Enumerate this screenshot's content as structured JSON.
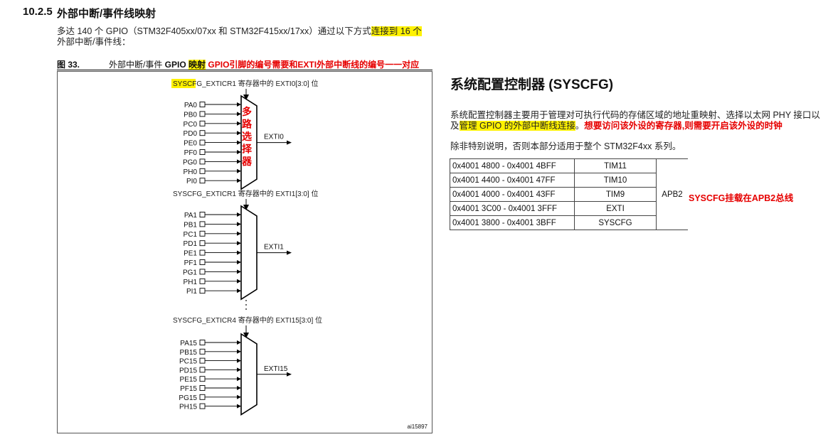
{
  "section": {
    "number": "10.2.5",
    "title": "外部中断/事件线映射",
    "intro_part1": "多达 140 个 GPIO（STM32F405xx/07xx 和 STM32F415xx/17xx）通过以下方式",
    "intro_highlight": "连接到 16 个",
    "intro_line2": "外部中断/事件线："
  },
  "figure": {
    "label": "图 33.",
    "caption_part1": "外部中断/事件 ",
    "caption_gpio": "GPIO",
    "caption_highlight": "映射",
    "caption_annotation": "GPIO引脚的编号需要和EXTI外部中断线的编号一一对应",
    "mux_text": [
      "多",
      "路",
      "选",
      "择",
      "器"
    ],
    "groups": [
      {
        "reg_highlight": "SYSCFG",
        "reg_rest": "_EXTICR1 寄存器中的 EXTI0[3:0] 位",
        "inputs": [
          "PA0",
          "PB0",
          "PC0",
          "PD0",
          "PE0",
          "PF0",
          "PG0",
          "PH0",
          "PI0"
        ],
        "output": "EXTI0"
      },
      {
        "reg_highlight": "",
        "reg_rest": "SYSCFG_EXTICR1 寄存器中的 EXTI1[3:0] 位",
        "inputs": [
          "PA1",
          "PB1",
          "PC1",
          "PD1",
          "PE1",
          "PF1",
          "PG1",
          "PH1",
          "PI1"
        ],
        "output": "EXTI1"
      },
      {
        "reg_highlight": "",
        "reg_rest": "SYSCFG_EXTICR4 寄存器中的 EXTI15[3:0] 位",
        "inputs": [
          "PA15",
          "PB15",
          "PC15",
          "PD15",
          "PE15",
          "PF15",
          "PG15",
          "PH15"
        ],
        "output": "EXTI15"
      }
    ],
    "figure_id": "ai15897"
  },
  "syscfg": {
    "title": "系统配置控制器 (SYSCFG)",
    "desc_part1": "系统配置控制器主要用于管理对可执行代码的存储区域的地址重映射、选择以太网 PHY 接口以及",
    "desc_highlight": "管理 GPIO 的外部中断线连接",
    "desc_part2": "。",
    "desc_annotation": "想要访问该外设的寄存器,则需要开启该外设的时钟",
    "note": "除非特别说明，否则本部分适用于整个 STM32F4xx 系列。"
  },
  "memory_map": {
    "rows": [
      {
        "address": "0x4001 4800 - 0x4001 4BFF",
        "peripheral": "TIM11"
      },
      {
        "address": "0x4001 4400 - 0x4001 47FF",
        "peripheral": "TIM10"
      },
      {
        "address": "0x4001 4000 - 0x4001 43FF",
        "peripheral": "TIM9"
      },
      {
        "address": "0x4001 3C00 - 0x4001 3FFF",
        "peripheral": "EXTI"
      },
      {
        "address": "0x4001 3800 - 0x4001 3BFF",
        "peripheral": "SYSCFG"
      }
    ],
    "bus": "APB2",
    "bus_annotation": "SYSCFG挂载在APB2总线"
  }
}
